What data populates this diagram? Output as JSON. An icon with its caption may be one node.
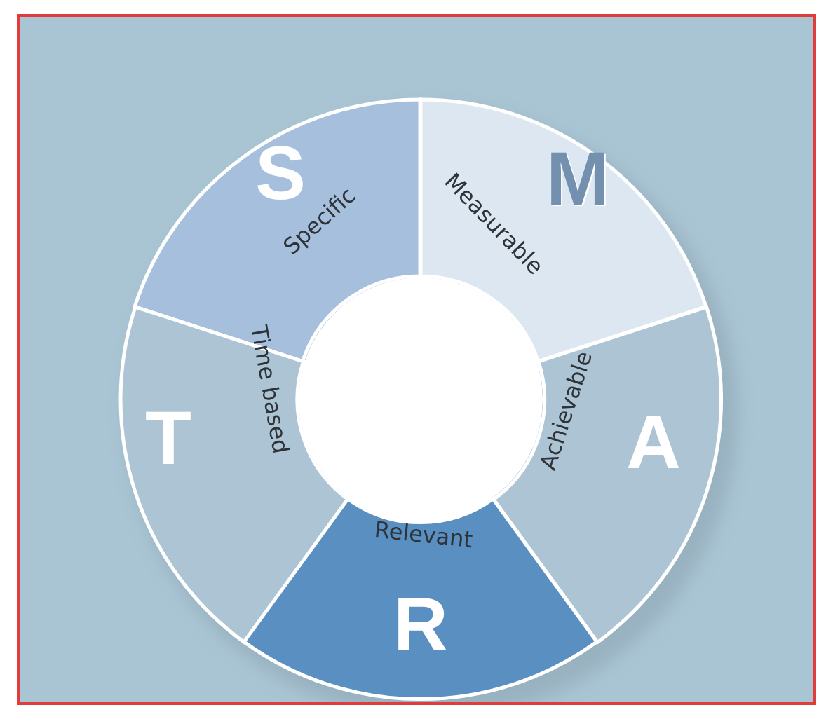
{
  "diagram": {
    "nodes": [
      {
        "text": [
          "S",
          "Specific"
        ]
      },
      {
        "text": [
          "M",
          "Measurable"
        ]
      },
      {
        "text": [
          "T",
          "Time based"
        ]
      },
      {
        "text": [
          "A",
          "Achievable"
        ]
      },
      {
        "text": [
          "R",
          "Relevant"
        ]
      },
      {
        "text": [],
        "shape": "circle"
      }
    ]
  }
}
